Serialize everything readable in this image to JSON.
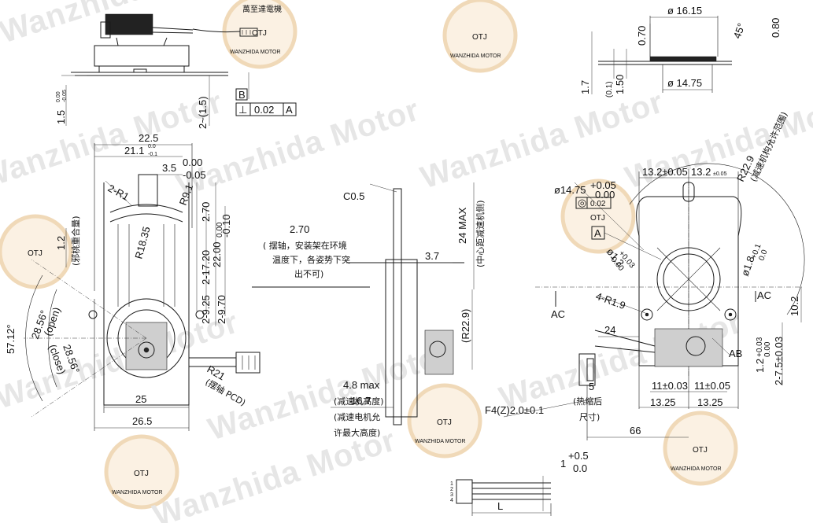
{
  "watermark": {
    "text": "Wanzhida Motor",
    "seal_cn": "萬至達電機",
    "seal_en": "WANZHIDA MOTOR",
    "seal_mark": "OTJ",
    "color": "#e6e6e6",
    "seal_color": "#f0d9b8"
  },
  "top_left_view": {
    "dim_1_5": "1.5",
    "dim_1_5_tol_plus": "0.00",
    "dim_1_5_tol_minus": "-0.05",
    "dim_2_15": "2~(1.5)",
    "datum_b": "B",
    "perp_symbol": "⊥",
    "perp_value": "0.02",
    "perp_datum": "A"
  },
  "top_right_view": {
    "d16_15": "ø 16.15",
    "d14_75": "ø 14.75",
    "h0_70": "0.70",
    "h0_80": "0.80",
    "chamfer45": "45°",
    "h1_7": "1.7",
    "h0_1": "(0.1)",
    "h1_50": "1.50"
  },
  "front_view": {
    "w22_5": "22.5",
    "w21_1": "21.1",
    "w21_1_tol_plus": "0.0",
    "w21_1_tol_minus": "-0.1",
    "w3_5": "3.5",
    "w3_5_tol_plus": "0.00",
    "w3_5_tol_minus": "-0.05",
    "r2": "2-R1",
    "r9_1": "R9.1",
    "r18_35": "R18.35",
    "h2_70": "2.70",
    "h2_17_20": "2-17.20",
    "h22_00": "22.00",
    "h22_00_tol_plus": "0.00",
    "h22_00_tol_minus": "-0.10",
    "h2_9_25": "2-9.25",
    "h2_9_70": "2-9.70",
    "v1_2": "1.2",
    "v1_2_note": "(邪桃重合量)",
    "ang57": "57.12°",
    "ang28_open": "28.56°",
    "open_label": "(open)",
    "ang28_close": "28.56°",
    "close_label": "(close)",
    "r21": "R21",
    "r21_note": "(摆轴 PCD)",
    "w25": "25",
    "w26_5": "26.5"
  },
  "side_view": {
    "c0_5": "C0.5",
    "note_2_70": "2.70",
    "note_line1": "( 摆轴，安装架在环境",
    "note_line2": "温度下，各姿势下突",
    "note_line3": "出不可)",
    "d3_7": "3.7",
    "d24max": "24 MAX",
    "d24_note": "(中心距减速机侧)",
    "r22_9": "(R22.9)",
    "h4_8": "4.8 max",
    "h4_8_note1": "(减速机高度)",
    "h4_8_note2": "(减速电机允",
    "h4_8_note3": "许最大高度)",
    "over_note": "16.7",
    "f4": "F4(Z)2.0±0.1"
  },
  "right_view": {
    "d13_2a": "13.2±0.05",
    "d13_2b": "13.2",
    "d13_2b_tol": "±0.05",
    "r22_9": "R22.9",
    "r22_9_note": "(减速机构允许范围)",
    "d14_75": "ø14.75",
    "d14_75_tol_plus": "+0.05",
    "d14_75_tol_minus": "0.00",
    "circ": "◎",
    "circ_value": "0.02",
    "datum_a": "A",
    "d1_2": "ø1.2",
    "d1_2_tol_plus": "+0.03",
    "d1_2_tol_minus": "0.00",
    "d1_8": "ø1.8",
    "d1_8_tol_plus": "+0.1",
    "d1_8_tol_minus": "0.0",
    "r1_9": "4-R1.9",
    "ac_left": "AC",
    "ac_right": "AC",
    "w24": "24",
    "ab": "AB",
    "v10_2": "10.2",
    "v1_2": "1.2",
    "v1_2_tol_plus": "+0.03",
    "v1_2_tol_minus": "0.00",
    "v2_7_5": "2-7.5±0.03",
    "w11a": "11±0.03",
    "w11b": "11±0.05",
    "w13_25a": "13.25",
    "w13_25b": "13.25",
    "w66": "66",
    "s5": "5",
    "shrink_note1": "(热缩后",
    "shrink_note2": "尺寸)"
  },
  "connector_view": {
    "d1": "1",
    "d1_tol_plus": "+0.5",
    "d1_tol_minus": "0.0",
    "pins": [
      "1",
      "2",
      "3",
      "4"
    ],
    "l_label": "L"
  }
}
